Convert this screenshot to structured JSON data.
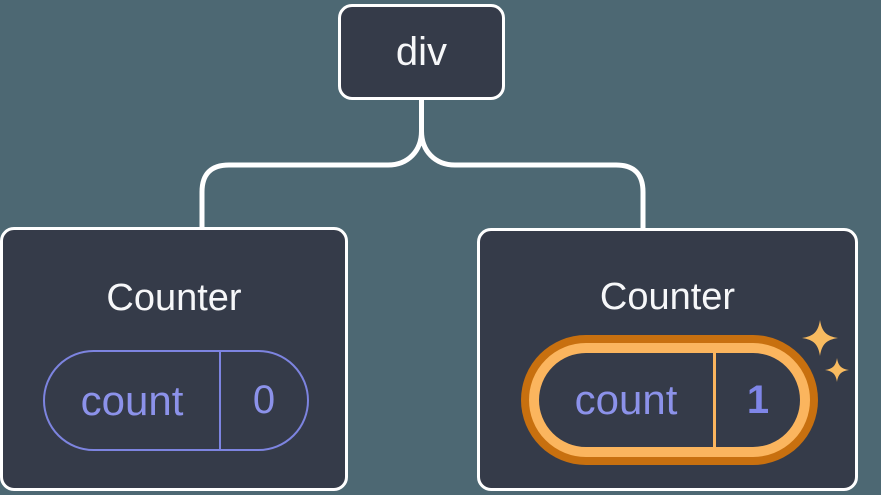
{
  "diagram": {
    "root_node": {
      "label": "div"
    },
    "nodes": [
      {
        "title": "Counter",
        "prop_label": "count",
        "prop_value": "0",
        "highlighted": false
      },
      {
        "title": "Counter",
        "prop_label": "count",
        "prop_value": "1",
        "highlighted": true
      }
    ]
  },
  "icons": {
    "sparkles": "sparkles-icon (two four-point stars marking the re-rendered component)"
  },
  "colors": {
    "canvas_background": "#4d6873",
    "node_background": "#353b49",
    "node_border": "#ffffff",
    "connector": "#ffffff",
    "text_white": "#f6f7f9",
    "state_purple": "#8c92ea",
    "state_border_purple": "#7d84e0",
    "state_value_purple": "#7f86e8",
    "highlight_orange_dark": "#c8700f",
    "highlight_orange_light": "#fbb55e",
    "sparkle_gold": "#f8bb60"
  }
}
